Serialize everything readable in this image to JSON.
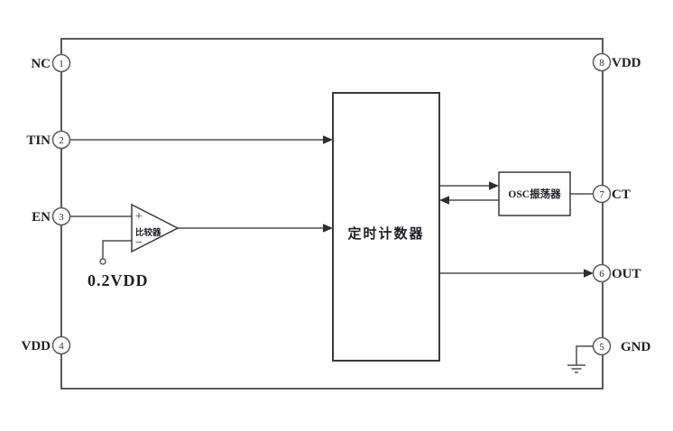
{
  "diagram": {
    "title": "timer-ic-functional-block-diagram",
    "pins_left": [
      {
        "num": "1",
        "name": "NC"
      },
      {
        "num": "2",
        "name": "TIN"
      },
      {
        "num": "3",
        "name": "EN"
      },
      {
        "num": "4",
        "name": "VDD"
      }
    ],
    "pins_right": [
      {
        "num": "8",
        "name": "VDD"
      },
      {
        "num": "7",
        "name": "CT"
      },
      {
        "num": "6",
        "name": "OUT"
      },
      {
        "num": "5",
        "name": "GND"
      }
    ],
    "blocks": {
      "timer_counter_label": "定时计数器",
      "oscillator_label": "OSC振荡器",
      "comparator_label": "比较器"
    },
    "comparator": {
      "plus_sign": "+",
      "minus_sign": "−",
      "reference_label": "0.2VDD"
    },
    "colors": {
      "wire": "#4d4d4d",
      "frame": "#5a5a5a",
      "text": "#1e1e26",
      "background": "#ffffff"
    }
  }
}
